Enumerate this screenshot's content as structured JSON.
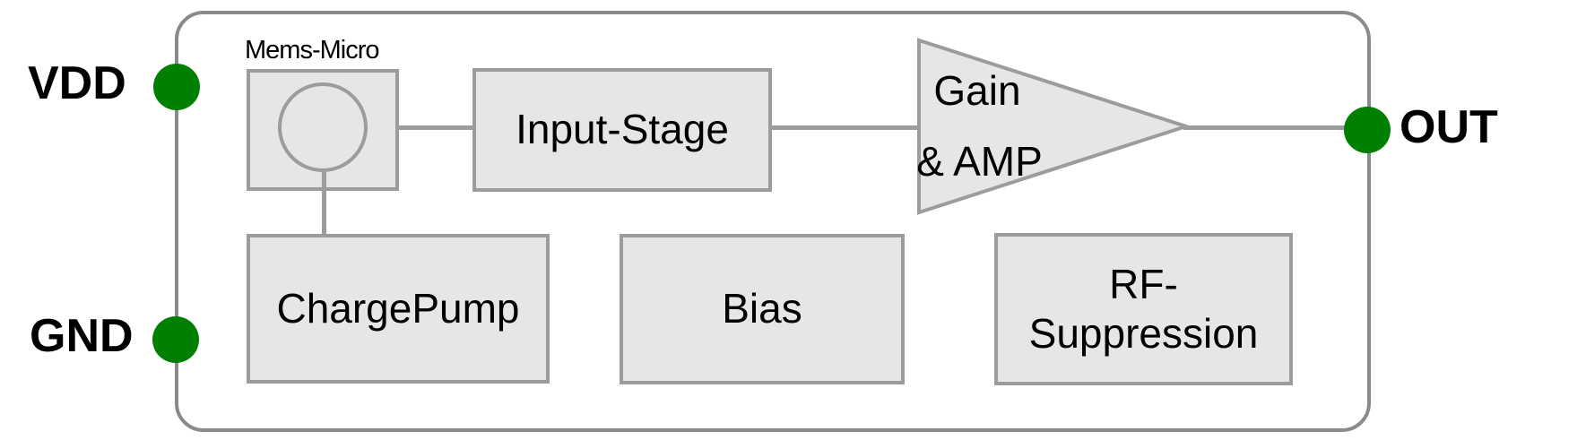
{
  "pins": {
    "vdd": "VDD",
    "gnd": "GND",
    "out": "OUT"
  },
  "blocks": {
    "mems_micro": "Mems-Micro",
    "input_stage": "Input-Stage",
    "amplifier_line1": "Gain",
    "amplifier_line2": "& AMP",
    "charge_pump": "ChargePump",
    "bias": "Bias",
    "rf_suppression_line1": "RF-",
    "rf_suppression_line2": "Suppression"
  },
  "colors": {
    "pin_green": "#008000",
    "block_fill": "#e6e6e6",
    "block_border": "#9c9c9c",
    "boundary_border": "#8a8a8a",
    "text": "#000000"
  }
}
